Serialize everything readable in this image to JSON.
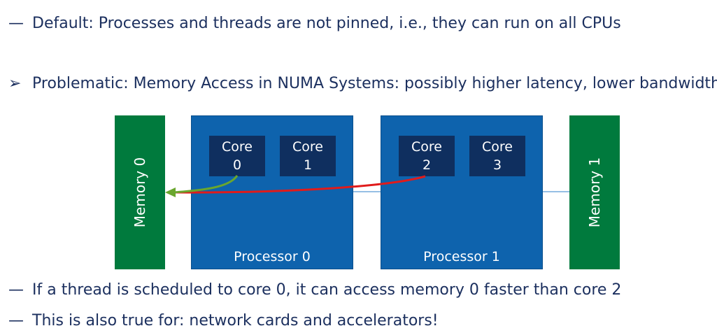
{
  "bullets": [
    {
      "marker": "—",
      "text": "Default: Processes and threads are not pinned, i.e., they can run on all CPUs"
    },
    {
      "marker": "➢",
      "text": "Problematic: Memory Access in NUMA Systems: possibly higher latency, lower bandwidth"
    },
    {
      "marker": "—",
      "text": "If a thread is scheduled to core 0, it can access memory 0 faster than core 2"
    },
    {
      "marker": "—",
      "text": "This is also true for: network cards and accelerators!"
    }
  ],
  "diagram": {
    "memories": [
      {
        "label": "Memory 0"
      },
      {
        "label": "Memory 1"
      }
    ],
    "processors": [
      {
        "label": "Processor 0",
        "cores": [
          {
            "title": "Core",
            "number": "0"
          },
          {
            "title": "Core",
            "number": "1"
          }
        ]
      },
      {
        "label": "Processor 1",
        "cores": [
          {
            "title": "Core",
            "number": "2"
          },
          {
            "title": "Core",
            "number": "3"
          }
        ]
      }
    ],
    "colors": {
      "memory": "#007a3d",
      "processor": "#0e63ad",
      "core": "#0f2f5f",
      "fast_path": "#6aa62e",
      "slow_path": "#e01b1b",
      "text": "#1b2f5e"
    }
  }
}
